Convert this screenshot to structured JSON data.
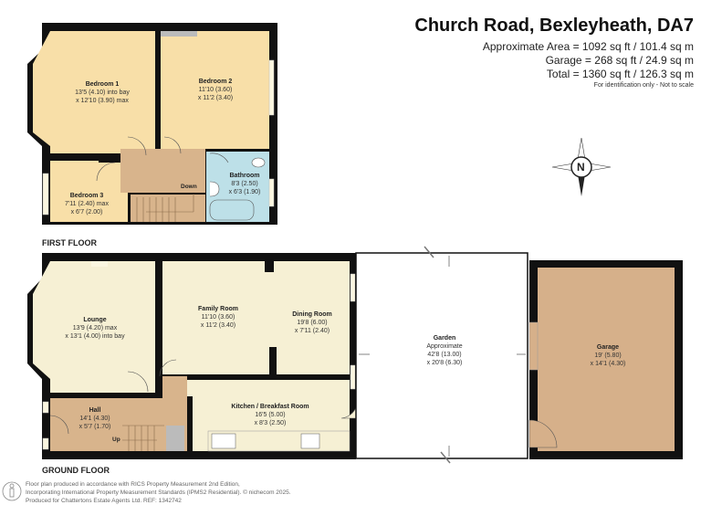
{
  "header": {
    "title": "Church Road, Bexleyheath, DA7",
    "areas": [
      "Approximate Area = 1092 sq ft / 101.4 sq m",
      "Garage = 268 sq ft / 24.9 sq m",
      "Total = 1360 sq ft / 126.3 sq m"
    ],
    "note": "For identification only - Not to scale"
  },
  "compass": {
    "label": "N",
    "icon": "north-compass-icon"
  },
  "first_floor": {
    "label": "FIRST FLOOR",
    "stairs_label": "Down",
    "rooms": [
      {
        "name": "Bedroom 1",
        "dim1": "13'5 (4.10) into bay",
        "dim2": "x 12'10 (3.90) max"
      },
      {
        "name": "Bedroom 2",
        "dim1": "11'10 (3.60)",
        "dim2": "x 11'2 (3.40)"
      },
      {
        "name": "Bathroom",
        "dim1": "8'3 (2.50)",
        "dim2": "x 6'3 (1.90)"
      },
      {
        "name": "Bedroom 3",
        "dim1": "7'11 (2.40) max",
        "dim2": "x 6'7 (2.00)"
      }
    ]
  },
  "ground_floor": {
    "label": "GROUND FLOOR",
    "stairs_label": "Up",
    "rooms": [
      {
        "name": "Lounge",
        "dim1": "13'9 (4.20) max",
        "dim2": "x 13'1 (4.00) into bay"
      },
      {
        "name": "Family Room",
        "dim1": "11'10 (3.60)",
        "dim2": "x 11'2 (3.40)"
      },
      {
        "name": "Dining Room",
        "dim1": "19'8 (6.00)",
        "dim2": "x 7'11 (2.40)"
      },
      {
        "name": "Hall",
        "dim1": "14'1 (4.30)",
        "dim2": "x 5'7 (1.70)"
      },
      {
        "name": "Kitchen / Breakfast Room",
        "dim1": "16'5 (5.00)",
        "dim2": "x 8'3 (2.50)"
      },
      {
        "name": "Garden",
        "sub": "Approximate",
        "dim1": "42'8 (13.00)",
        "dim2": "x 20'8 (6.30)"
      },
      {
        "name": "Garage",
        "dim1": "19' (5.80)",
        "dim2": "x 14'1 (4.30)"
      }
    ]
  },
  "footer": {
    "lines": [
      "Floor plan produced in accordance with RICS Property Measurement 2nd Edition,",
      "Incorporating International Property Measurement Standards (IPMS2 Residential).   © nichecom 2025.",
      "Produced for Chattertons Estate Agents Ltd.   REF: 1342742"
    ]
  },
  "colors": {
    "bedroom": "#f8dfa8",
    "landing": "#d8b48c",
    "bathroom": "#bde0e8",
    "ground": "#f6f0d4",
    "garage": "#d6b08a",
    "wall": "#111111"
  }
}
